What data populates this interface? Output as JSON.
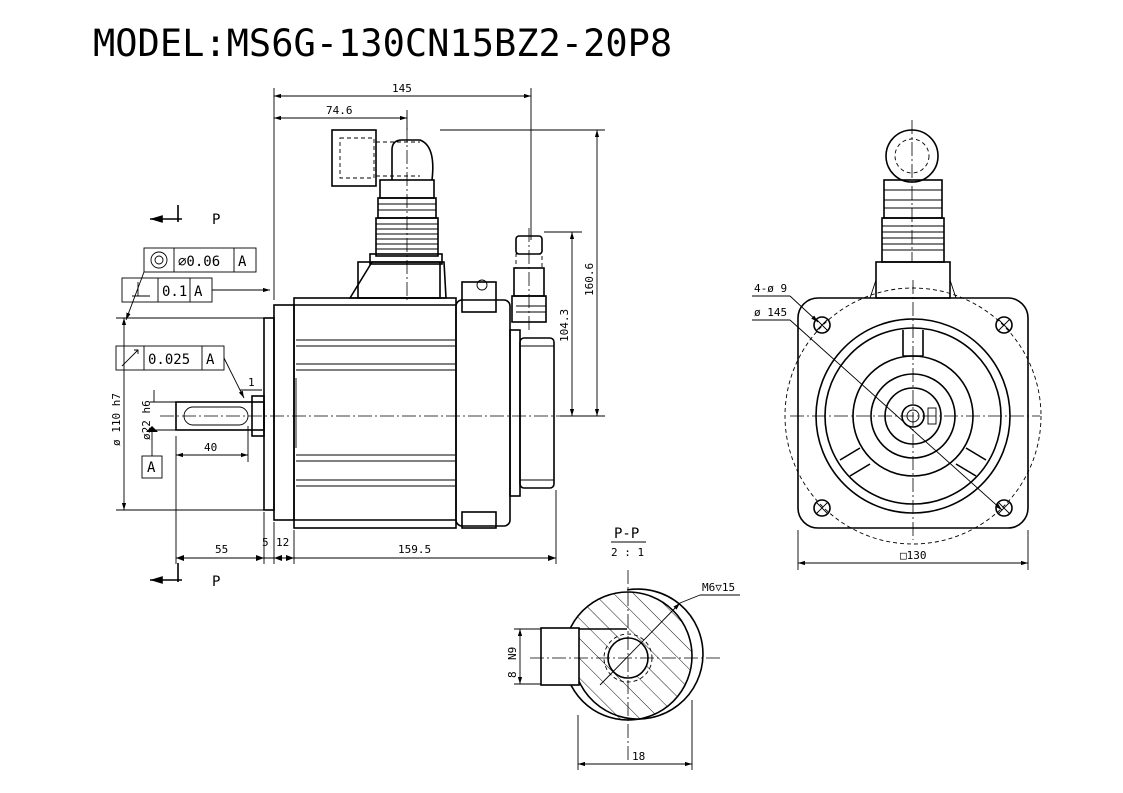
{
  "title": "MODEL:MS6G-130CN15BZ2-20P8",
  "tolerances": {
    "concentricity": "∅0.06",
    "concentricity_ref": "A",
    "perpendicularity": "0.1",
    "perpendicularity_ref": "A",
    "runout": "0.025",
    "runout_ref": "A",
    "datum": "A"
  },
  "section": {
    "label": "P",
    "view_title": "P-P",
    "scale": "2 : 1",
    "thread": "M6▽15",
    "width": "18",
    "key_depth": "8",
    "key_width": "N9"
  },
  "dimensions": {
    "overall_length": "145",
    "connector_offset": "74.6",
    "height_160": "160.6",
    "height_104": "104.3",
    "pilot_dia": "ø 110  h7",
    "shaft_dia": "ø22 h6",
    "shaft_key": "40",
    "shaft_length": "55",
    "flange_5": "5",
    "flange_12": "12",
    "body_length": "159.5",
    "chamfer": "1",
    "bolt_holes": "4-ø 9",
    "pcd": "ø 145",
    "square": "□130"
  }
}
